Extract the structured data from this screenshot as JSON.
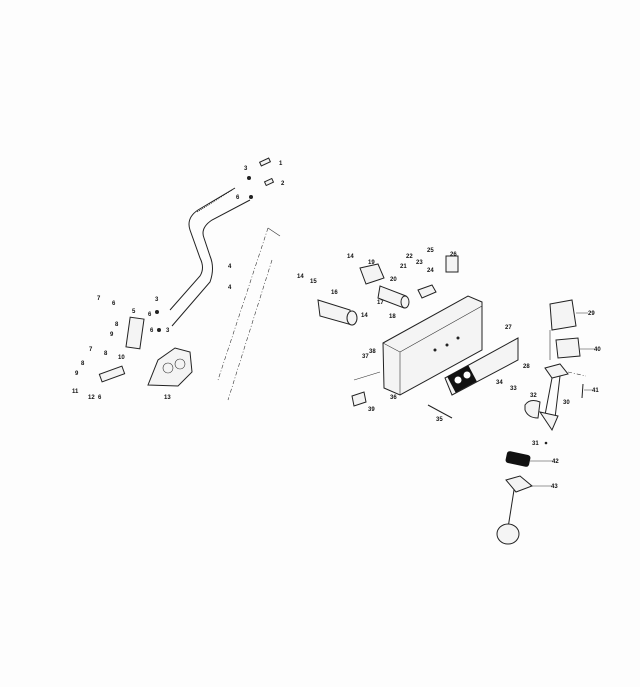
{
  "diagram": {
    "callouts": [
      {
        "id": "c1",
        "text": "1"
      },
      {
        "id": "c2",
        "text": "2"
      },
      {
        "id": "c3a",
        "text": "3"
      },
      {
        "id": "c6a",
        "text": "6"
      },
      {
        "id": "c4a",
        "text": "4"
      },
      {
        "id": "c4b",
        "text": "4"
      },
      {
        "id": "c3b",
        "text": "3"
      },
      {
        "id": "c6b",
        "text": "6"
      },
      {
        "id": "c6c",
        "text": "6"
      },
      {
        "id": "c3c",
        "text": "3"
      },
      {
        "id": "c7a",
        "text": "7"
      },
      {
        "id": "c6d",
        "text": "6"
      },
      {
        "id": "c5",
        "text": "5"
      },
      {
        "id": "c8a",
        "text": "8"
      },
      {
        "id": "c9a",
        "text": "9"
      },
      {
        "id": "c7b",
        "text": "7"
      },
      {
        "id": "c8b",
        "text": "8"
      },
      {
        "id": "c8c",
        "text": "8"
      },
      {
        "id": "c10",
        "text": "10"
      },
      {
        "id": "c9b",
        "text": "9"
      },
      {
        "id": "c11",
        "text": "11"
      },
      {
        "id": "c12",
        "text": "12"
      },
      {
        "id": "c6e",
        "text": "6"
      },
      {
        "id": "c13",
        "text": "13"
      },
      {
        "id": "c14a",
        "text": "14"
      },
      {
        "id": "c19",
        "text": "19"
      },
      {
        "id": "c22",
        "text": "22"
      },
      {
        "id": "c25",
        "text": "25"
      },
      {
        "id": "c26",
        "text": "26"
      },
      {
        "id": "c21",
        "text": "21"
      },
      {
        "id": "c23",
        "text": "23"
      },
      {
        "id": "c24",
        "text": "24"
      },
      {
        "id": "c14b",
        "text": "14"
      },
      {
        "id": "c15",
        "text": "15"
      },
      {
        "id": "c16",
        "text": "16"
      },
      {
        "id": "c20",
        "text": "20"
      },
      {
        "id": "c17",
        "text": "17"
      },
      {
        "id": "c18",
        "text": "18"
      },
      {
        "id": "c14c",
        "text": "14"
      },
      {
        "id": "c38",
        "text": "38"
      },
      {
        "id": "c37",
        "text": "37"
      },
      {
        "id": "c27",
        "text": "27"
      },
      {
        "id": "c28",
        "text": "28"
      },
      {
        "id": "c34",
        "text": "34"
      },
      {
        "id": "c33",
        "text": "33"
      },
      {
        "id": "c36",
        "text": "36"
      },
      {
        "id": "c39",
        "text": "39"
      },
      {
        "id": "c35",
        "text": "35"
      },
      {
        "id": "c29",
        "text": "29"
      },
      {
        "id": "c40",
        "text": "40"
      },
      {
        "id": "c41",
        "text": "41"
      },
      {
        "id": "c30",
        "text": "30"
      },
      {
        "id": "c32",
        "text": "32"
      },
      {
        "id": "c31",
        "text": "31"
      },
      {
        "id": "c42",
        "text": "42"
      },
      {
        "id": "c43",
        "text": "43"
      }
    ]
  }
}
